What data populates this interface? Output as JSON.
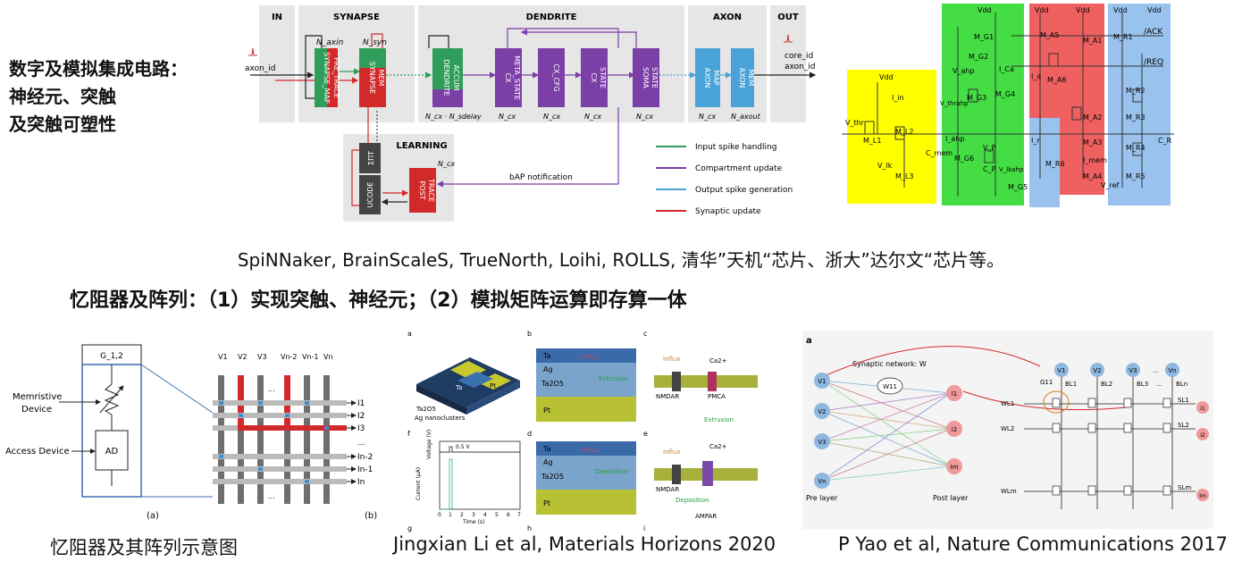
{
  "left_heading": {
    "line1": "数字及模拟集成电路：",
    "line2": "神经元、突触",
    "line3": "及突触可塑性"
  },
  "chips_line": "SpiNNaker, BrainScaleS, TrueNorth, Loihi, ROLLS, 清华”天机“芯片、浙大”达尔文“芯片等。",
  "memristor_line": "忆阻器及阵列：（1）实现突触、神经元；（2）模拟矩阵运算即存算一体",
  "loihi_diagram": {
    "sections": {
      "in": "IN",
      "synapse": "SYNAPSE",
      "dendrite": "DENDRITE",
      "axon": "AXON",
      "out": "OUT",
      "learning": "LEARNING"
    },
    "input_label": "axon_id",
    "output_labels": [
      "core_id",
      "axon_id"
    ],
    "blocks": {
      "synapse_map": "SYNAPSE_MAP",
      "pre_trace": "PRE_TRACE",
      "synapse_mem_1": "SYNAPSE",
      "synapse_mem_2": "MEM",
      "dendrite_accum_1": "DENDRITE",
      "dendrite_accum_2": "ACCUM",
      "cx_meta_1": "CX",
      "cx_meta_2": "META_STATE",
      "cx_cfg": "CX_CFG",
      "cx_state_1": "CX",
      "cx_state_2": "STATE",
      "soma_state_1": "SOMA",
      "soma_state_2": "STATE",
      "axon_map_1": "AXON",
      "axon_map_2": "MAP",
      "axon_mem_1": "AXON",
      "axon_mem_2": "MEM",
      "ucode": "UCODE",
      "sum": "ΣΠT",
      "post_trace_1": "POST",
      "post_trace_2": "TRACE"
    },
    "counts": {
      "n_axin": "N_axin",
      "n_syn": "N_syn",
      "n_cx_delay": "N_cx · N_sdelay",
      "n_cx_a": "N_cx",
      "n_cx_b": "N_cx",
      "n_cx_c": "N_cx",
      "n_cx_d": "N_cx",
      "n_cx_e": "N_cx",
      "n_axout": "N_axout",
      "n_cx_learn": "N_cx"
    },
    "bap_label": "bAP notification",
    "legend": [
      {
        "label": "Input spike handling",
        "color": "#2e9e5a"
      },
      {
        "label": "Compartment update",
        "color": "#7b3fa6"
      },
      {
        "label": "Output spike generation",
        "color": "#4aa3d8"
      },
      {
        "label": "Synaptic update",
        "color": "#d22a2a"
      }
    ]
  },
  "neuron_circuit": {
    "labels": [
      "Vdd",
      "Vdd",
      "Vdd",
      "Vdd",
      "Vdd",
      "Vdd",
      "/ACK",
      "/REQ",
      "M_G1",
      "M_G2",
      "I_Ca",
      "V_ahp",
      "M_G3",
      "V_thrahp",
      "M_G4",
      "I_ahp",
      "M_G6",
      "V_P",
      "C_P",
      "V_lkahp",
      "M_G5",
      "C_mem",
      "M_A5",
      "M_A1",
      "M_A6",
      "I_a",
      "M_A2",
      "I_r",
      "M_A3",
      "M_R6",
      "I_mem",
      "M_A4",
      "V_ref",
      "M_R1",
      "M_R2",
      "M_R3",
      "M_R4",
      "M_R5",
      "C_R",
      "I_in",
      "V_thr",
      "M_L1",
      "M_L2",
      "V_lk",
      "M_L3"
    ],
    "colors": {
      "yellow": "#ffff00",
      "green": "#44dd44",
      "red": "#ef6060",
      "blue": "#99c2ee"
    }
  },
  "crossbar": {
    "cell_label": "G_1,2",
    "memristive": "Memristive Device",
    "memristive_1": "Memristive",
    "memristive_2": "Device",
    "access": "Access Device",
    "ad": "AD",
    "panel_a": "(a)",
    "panel_b": "(b)",
    "v_labels": [
      "V1",
      "V2",
      "V3",
      "...",
      "Vn-2",
      "Vn-1",
      "Vn"
    ],
    "i_labels": [
      "I1",
      "I2",
      "I3",
      "...",
      "In-2",
      "In-1",
      "In"
    ]
  },
  "li_figure": {
    "panels": [
      "a",
      "b",
      "c",
      "d",
      "e",
      "f",
      "g",
      "h",
      "i"
    ],
    "labels": {
      "ta": "Ta",
      "pt": "Pt",
      "ta2o5": "Ta2O5",
      "ag_nano": "Ag nanoclusters",
      "ag": "Ag",
      "influx": "Influx",
      "extrusion": "Extrusion",
      "deposition": "Deposition",
      "ca": "Ca2+",
      "nmdar": "NMDAR",
      "pmca": "PMCA",
      "ampar": "AMPAR",
      "voltage": "0.5 V",
      "xaxis": "Time (s)",
      "yaxis_left": "Current (μA)",
      "yaxis_right": "Voltage (V)"
    },
    "xticks": [
      "0",
      "1",
      "2",
      "3",
      "4",
      "5",
      "6",
      "7"
    ]
  },
  "yao_figure": {
    "panel": "a",
    "synaptic": "Synaptic network: W",
    "pre_layer": "Pre layer",
    "post_layer": "Post layer",
    "w11": "W11",
    "v_nodes": [
      "V1",
      "V2",
      "V3",
      "Vn"
    ],
    "i_nodes": [
      "I1",
      "I2",
      "Im"
    ],
    "col_v": [
      "V1",
      "V2",
      "V3",
      "...",
      "Vn"
    ],
    "g11": "G11",
    "bl": [
      "BL1",
      "BL2",
      "BL3",
      "...",
      "BLn"
    ],
    "wl": [
      "WL1",
      "WL2",
      "WLm"
    ],
    "sl": [
      "SL1",
      "SL2",
      "SLm"
    ],
    "i_out": [
      "I1",
      "I2",
      "Im"
    ]
  },
  "captions": {
    "memristor": "忆阻器及其阵列示意图",
    "li": "Jingxian Li et al, Materials Horizons 2020",
    "yao": "P Yao et al, Nature Communications 2017"
  }
}
